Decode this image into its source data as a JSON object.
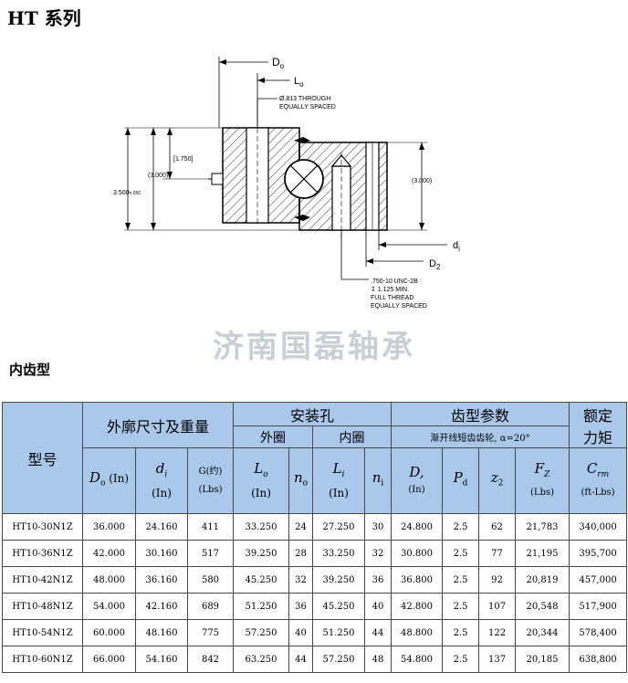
{
  "page": {
    "title": "HT 系列",
    "watermark": "济南国磊轴承",
    "section_label": "内齿型"
  },
  "drawing": {
    "d_o": "D",
    "d_o_sub": "o",
    "l_o": "L",
    "l_o_sub": "o",
    "hole_note_1": "Ø.813 THROUGH",
    "hole_note_2": "EQUALLY SPACED",
    "dim_1750": "[1.750]",
    "dim_3000_left": "(3.000)",
    "dim_3500": "3.500",
    "dim_3500_tol": "±.050",
    "dim_3000_right": "(3.000)",
    "d_i": "d",
    "d_i_sub": "i",
    "d_2": "D",
    "d_2_sub": "2",
    "thread_note_1": ".750-10 UNC-2B",
    "thread_note_2": "↧ 1.125 MIN.",
    "thread_note_3": "FULL THREAD",
    "thread_note_4": "EQUALLY SPACED"
  },
  "table": {
    "header": {
      "model": "型号",
      "outline": "外廓尺寸及重量",
      "mount": "安装孔",
      "outer": "外圈",
      "inner": "内圈",
      "gear": "齿型参数",
      "gear_note": "渐开线短齿齿轮, α=20°",
      "rated_1": "额定",
      "rated_2": "力矩",
      "do_sym": "D",
      "do_sub": "o",
      "do_unit": "(In)",
      "di_sym": "d",
      "di_sub": "i",
      "di_unit": "(In)",
      "g_label": "G(约)",
      "g_unit": "(Lbs)",
      "lo_sym": "L",
      "lo_sub": "o",
      "lo_unit": "(In)",
      "no_sym": "n",
      "no_sub": "o",
      "li_sym": "L",
      "li_sub": "i",
      "li_unit": "(In)",
      "ni_sym": "n",
      "ni_sub": "i",
      "dp_sym": "D,",
      "dp_unit": "(In)",
      "pd_sym": "P",
      "pd_sub": "d",
      "z2_sym": "z",
      "z2_sub": "2",
      "fz_sym": "F",
      "fz_sub": "Z",
      "fz_unit": "(Lbs)",
      "crm_sym": "C",
      "crm_sub": "rm",
      "crm_unit": "(ft-Lbs)"
    },
    "rows": [
      [
        "HT10-30N1Z",
        "36.000",
        "24.160",
        "411",
        "33.250",
        "24",
        "27.250",
        "30",
        "24.800",
        "2.5",
        "62",
        "21,783",
        "340,000"
      ],
      [
        "HT10-36N1Z",
        "42.000",
        "30.160",
        "517",
        "39.250",
        "28",
        "33.250",
        "32",
        "30.800",
        "2.5",
        "77",
        "21,195",
        "395,700"
      ],
      [
        "HT10-42N1Z",
        "48.000",
        "36.160",
        "580",
        "45.250",
        "32",
        "39.250",
        "36",
        "36.800",
        "2.5",
        "92",
        "20,819",
        "457,000"
      ],
      [
        "HT10-48N1Z",
        "54.000",
        "42.160",
        "689",
        "51.250",
        "36",
        "45.250",
        "40",
        "42.800",
        "2.5",
        "107",
        "20,548",
        "517,900"
      ],
      [
        "HT10-54N1Z",
        "60.000",
        "48.160",
        "775",
        "57.250",
        "40",
        "51.250",
        "44",
        "48.800",
        "2.5",
        "122",
        "20,344",
        "578,400"
      ],
      [
        "HT10-60N1Z",
        "66.000",
        "54.160",
        "842",
        "63.250",
        "44",
        "57.250",
        "48",
        "54.800",
        "2.5",
        "137",
        "20,185",
        "638,800"
      ]
    ]
  }
}
